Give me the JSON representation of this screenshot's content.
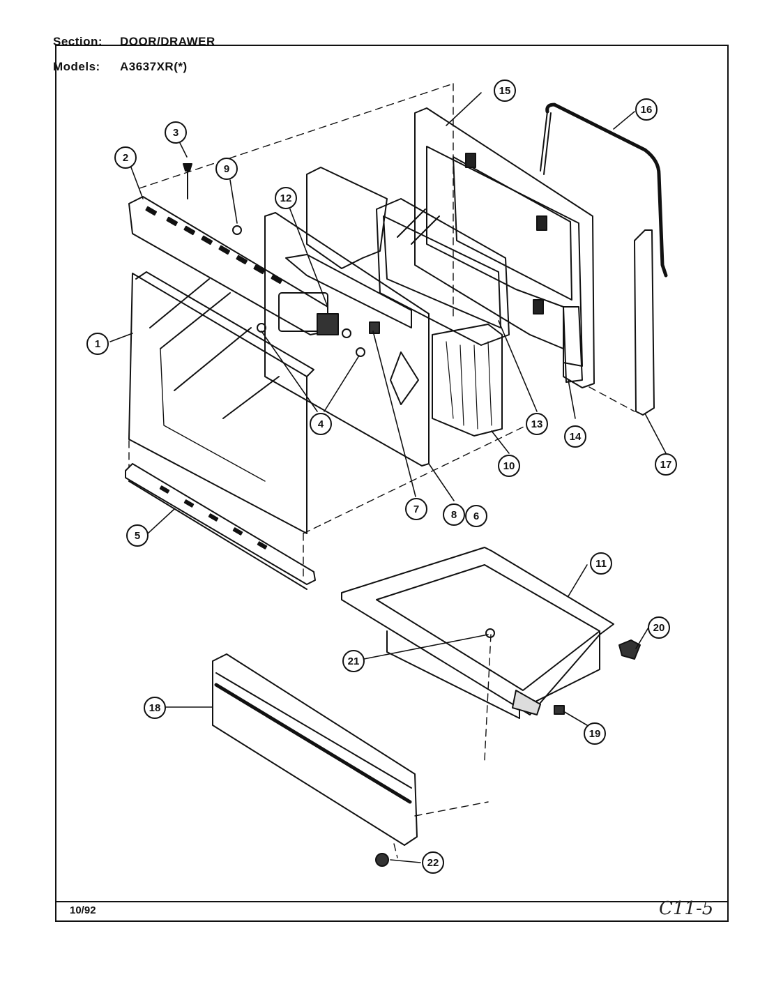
{
  "header": {
    "section_label": "Section:",
    "section_value": "DOOR/DRAWER",
    "models_label": "Models:",
    "models_value": "A3637XR(*)"
  },
  "footer": {
    "date_code": "10/92",
    "page_code": "C11-5"
  },
  "callouts": [
    "1",
    "2",
    "3",
    "4",
    "5",
    "6",
    "7",
    "8",
    "9",
    "10",
    "11",
    "12",
    "13",
    "14",
    "15",
    "16",
    "17",
    "18",
    "19",
    "20",
    "21",
    "22"
  ]
}
